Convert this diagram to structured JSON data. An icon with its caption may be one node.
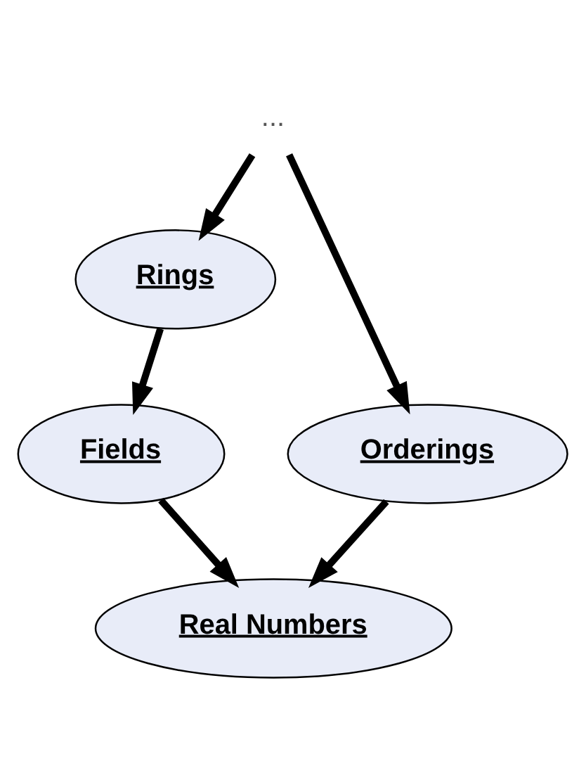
{
  "diagram": {
    "nodes": [
      {
        "text": [
          "..."
        ]
      },
      {
        "text": [
          "Rings"
        ]
      },
      {
        "text": [
          "Fields"
        ]
      },
      {
        "text": [
          "Orderings"
        ]
      },
      {
        "text": [
          "Real Numbers"
        ]
      }
    ],
    "edges": [
      {
        "from": 0,
        "to": 1,
        "arrow": "to"
      },
      {
        "from": 0,
        "to": 3,
        "arrow": "to"
      },
      {
        "from": 1,
        "to": 2,
        "arrow": "to"
      },
      {
        "from": 2,
        "to": 4,
        "arrow": "to"
      },
      {
        "from": 3,
        "to": 4,
        "arrow": "to"
      }
    ]
  }
}
